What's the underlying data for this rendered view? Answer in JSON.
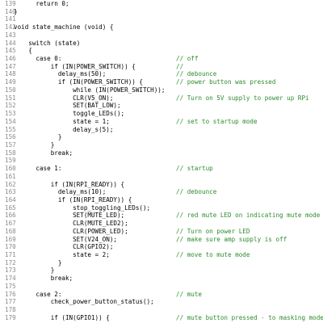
{
  "lines": [
    {
      "n": "139",
      "indent": 6,
      "code": "return 0;",
      "comment": ""
    },
    {
      "n": "140",
      "indent": 0,
      "code": "}",
      "comment": ""
    },
    {
      "n": "141",
      "indent": 0,
      "code": "",
      "comment": ""
    },
    {
      "n": "142",
      "indent": 0,
      "code": "void state_machine (void) {",
      "comment": ""
    },
    {
      "n": "143",
      "indent": 0,
      "code": "",
      "comment": ""
    },
    {
      "n": "144",
      "indent": 4,
      "code": "switch (state)",
      "comment": ""
    },
    {
      "n": "145",
      "indent": 4,
      "code": "{",
      "comment": ""
    },
    {
      "n": "146",
      "indent": 6,
      "code": "case 0:",
      "comment": "// off"
    },
    {
      "n": "147",
      "indent": 10,
      "code": "if (IN(POWER_SWITCH)) {",
      "comment": "//"
    },
    {
      "n": "148",
      "indent": 12,
      "code": "delay_ms(50);",
      "comment": "// debounce"
    },
    {
      "n": "149",
      "indent": 12,
      "code": "if (IN(POWER_SWITCH)) {",
      "comment": "// power button was pressed"
    },
    {
      "n": "150",
      "indent": 16,
      "code": "while (IN(POWER_SWITCH));",
      "comment": ""
    },
    {
      "n": "151",
      "indent": 16,
      "code": "CLR(V5_ON);",
      "comment": "// Turn on 5V supply to power up RPi"
    },
    {
      "n": "152",
      "indent": 16,
      "code": "SET(BAT_LOW);",
      "comment": ""
    },
    {
      "n": "153",
      "indent": 16,
      "code": "toggle_LEDs();",
      "comment": ""
    },
    {
      "n": "154",
      "indent": 16,
      "code": "state = 1;",
      "comment": "// set to startup mode"
    },
    {
      "n": "155",
      "indent": 16,
      "code": "delay_s(5);",
      "comment": ""
    },
    {
      "n": "156",
      "indent": 12,
      "code": "}",
      "comment": ""
    },
    {
      "n": "157",
      "indent": 10,
      "code": "}",
      "comment": ""
    },
    {
      "n": "158",
      "indent": 10,
      "code": "break;",
      "comment": ""
    },
    {
      "n": "159",
      "indent": 0,
      "code": "",
      "comment": ""
    },
    {
      "n": "160",
      "indent": 6,
      "code": "case 1:",
      "comment": "// startup"
    },
    {
      "n": "161",
      "indent": 0,
      "code": "",
      "comment": ""
    },
    {
      "n": "162",
      "indent": 10,
      "code": "if (IN(RPI_READY)) {",
      "comment": ""
    },
    {
      "n": "163",
      "indent": 12,
      "code": "delay_ms(10);",
      "comment": "// debounce"
    },
    {
      "n": "164",
      "indent": 12,
      "code": "if (IN(RPI_READY)) {",
      "comment": ""
    },
    {
      "n": "165",
      "indent": 16,
      "code": "stop_toggling_LEDs();",
      "comment": ""
    },
    {
      "n": "166",
      "indent": 16,
      "code": "SET(MUTE_LED);",
      "comment": "// red mute LED on indicating mute mode"
    },
    {
      "n": "167",
      "indent": 16,
      "code": "CLR(MUTE_LED2);",
      "comment": ""
    },
    {
      "n": "168",
      "indent": 16,
      "code": "CLR(POWER_LED);",
      "comment": "// Turn on power LED"
    },
    {
      "n": "169",
      "indent": 16,
      "code": "SET(V24_ON);",
      "comment": "// make sure amp supply is off"
    },
    {
      "n": "170",
      "indent": 16,
      "code": "CLR(GPIO2);",
      "comment": ""
    },
    {
      "n": "171",
      "indent": 16,
      "code": "state = 2;",
      "comment": "// move to mute mode"
    },
    {
      "n": "172",
      "indent": 12,
      "code": "}",
      "comment": ""
    },
    {
      "n": "173",
      "indent": 10,
      "code": "}",
      "comment": ""
    },
    {
      "n": "174",
      "indent": 10,
      "code": "break;",
      "comment": ""
    },
    {
      "n": "175",
      "indent": 0,
      "code": "",
      "comment": ""
    },
    {
      "n": "176",
      "indent": 6,
      "code": "case 2:",
      "comment": "// mute"
    },
    {
      "n": "177",
      "indent": 10,
      "code": "check_power_button_status();",
      "comment": ""
    },
    {
      "n": "178",
      "indent": 0,
      "code": "",
      "comment": ""
    },
    {
      "n": "179",
      "indent": 10,
      "code": "if (IN(GPIO1)) {",
      "comment": "// mute button pressed - to masking mode"
    }
  ]
}
